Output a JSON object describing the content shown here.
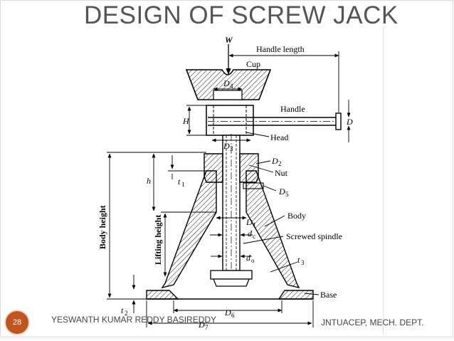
{
  "slide": {
    "title": "DESIGN OF SCREW JACK",
    "page_number": "28",
    "author": "YESWANTH KUMAR REDDY BASIREDDY",
    "department": "JNTUACEP, MECH. DEPT."
  },
  "labels": {
    "w": "W",
    "handle_length": "Handle length",
    "cup": "Cup",
    "d4": "D",
    "d4_sub": "4",
    "handle": "Handle",
    "h_head": "H",
    "d_handle": "D",
    "head": "Head",
    "d3": "D",
    "d3_sub": "3",
    "d2": "D",
    "d2_sub": "2",
    "nut": "Nut",
    "h_nut": "h",
    "t1": "t",
    "t1_sub": "1",
    "d5": "D",
    "d5_sub": "5",
    "body_height": "Body height",
    "lifting_height": "Lifting height",
    "d1": "D",
    "d1_sub": "1",
    "body": "Body",
    "dc": "d",
    "dc_sub": "c",
    "screwed_spindle": "Screwed spindle",
    "do": "d",
    "do_sub": "o",
    "t3": "t",
    "t3_sub": "3",
    "base": "Base",
    "t2": "t",
    "t2_sub": "2",
    "d6": "D",
    "d6_sub": "6",
    "d7": "D",
    "d7_sub": "7"
  }
}
